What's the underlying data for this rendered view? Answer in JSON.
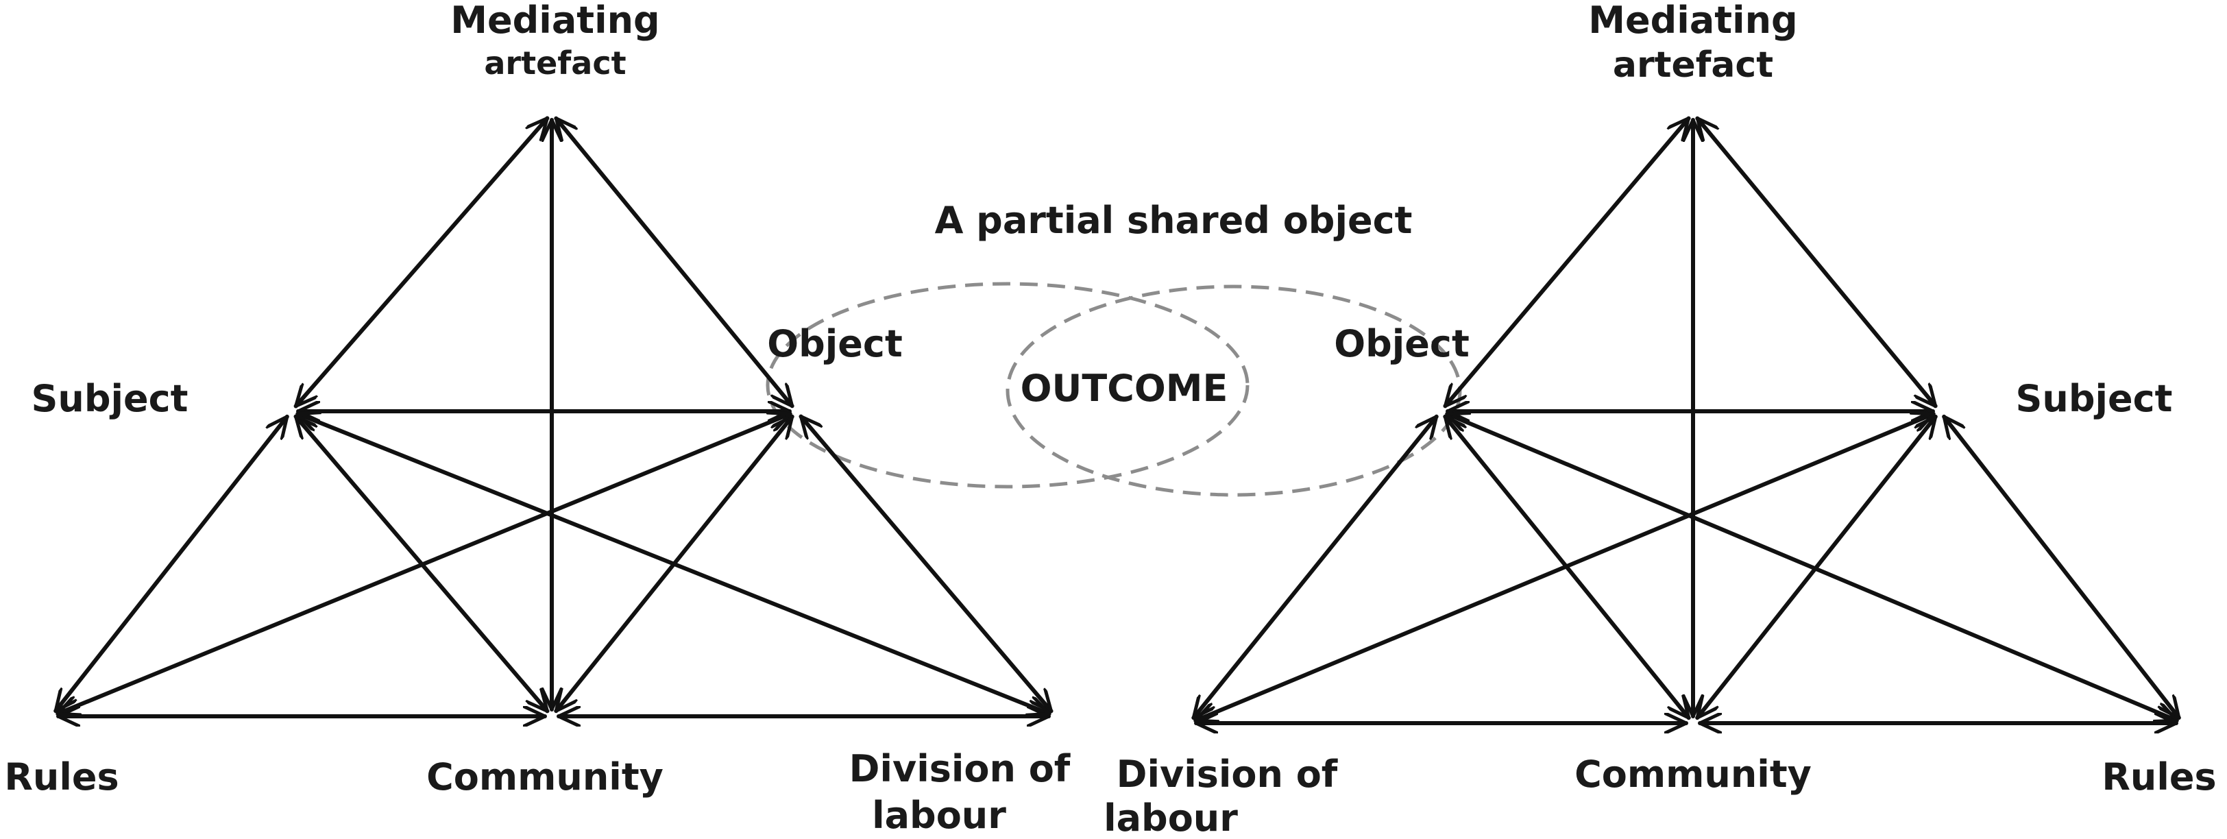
{
  "title": "A partial shared object",
  "center": {
    "label": "OUTCOME"
  },
  "systems": [
    {
      "id": "left",
      "nodes": {
        "top": {
          "line1": "Mediating",
          "line2": "artefact"
        },
        "left": {
          "label": "Subject"
        },
        "right": {
          "label": "Object"
        },
        "bl": {
          "label": "Rules"
        },
        "bm": {
          "label": "Community"
        },
        "br": {
          "line1": "Division of",
          "line2": "labour"
        }
      }
    },
    {
      "id": "right",
      "nodes": {
        "top": {
          "line1": "Mediating",
          "line2": "artefact"
        },
        "left": {
          "label": "Object"
        },
        "right": {
          "label": "Subject"
        },
        "bl": {
          "line1": "Division of",
          "line2": "labour"
        },
        "bm": {
          "label": "Community"
        },
        "br": {
          "label": "Rules"
        }
      }
    }
  ],
  "colors": {
    "lines": "#111111",
    "ellipse": "#8c8c8c",
    "text": "#1a1a1a"
  }
}
